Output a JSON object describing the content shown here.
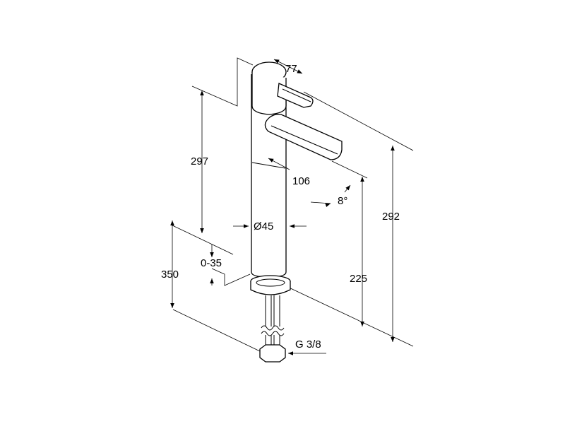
{
  "dimensions": {
    "handle_length": "77",
    "height_to_spout": "297",
    "spout_reach": "106",
    "spout_angle": "8°",
    "body_diameter": "Ø45",
    "total_height": "292",
    "spout_height": "225",
    "deck_thickness": "0-35",
    "hose_length": "350",
    "connection_thread": "G 3/8"
  }
}
